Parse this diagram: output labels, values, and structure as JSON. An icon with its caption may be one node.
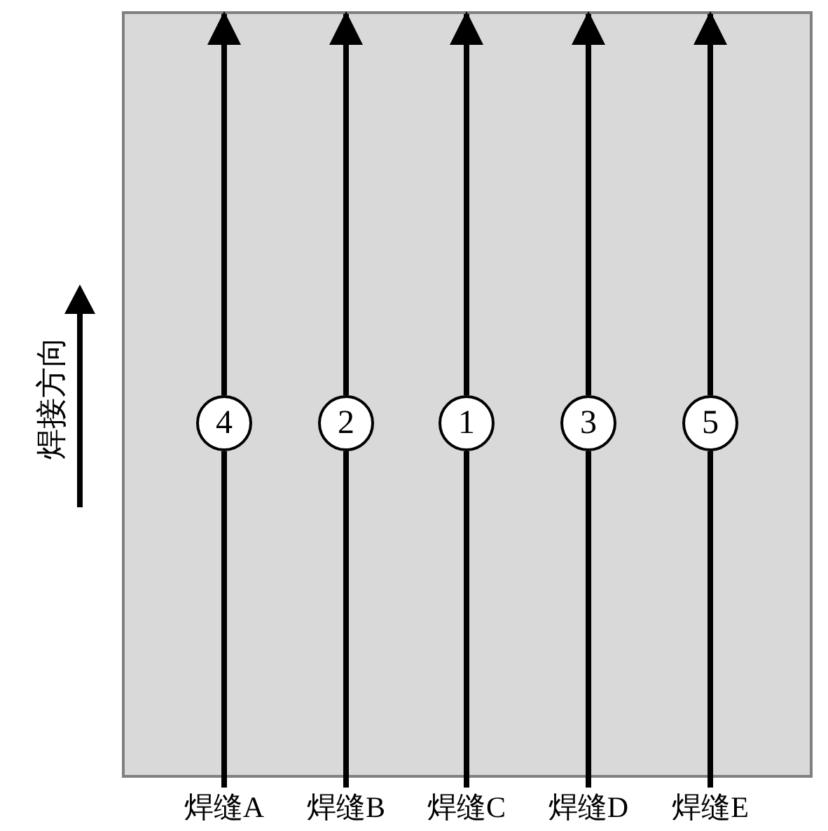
{
  "diagram": {
    "nodes": [
      {
        "text": [],
        "shape": "box"
      },
      {
        "text": [
          "4"
        ],
        "in": 0
      },
      {
        "text": [
          "2"
        ],
        "in": 0
      },
      {
        "text": [
          "1"
        ],
        "in": 0
      },
      {
        "text": [
          "3"
        ],
        "in": 0
      },
      {
        "text": [
          "5"
        ],
        "in": 0
      },
      {
        "text": [
          "焊缝A"
        ]
      },
      {
        "text": [
          "焊缝B"
        ]
      },
      {
        "text": [
          "焊缝C"
        ]
      },
      {
        "text": [
          "焊缝D"
        ]
      },
      {
        "text": [
          "焊缝E"
        ]
      }
    ],
    "edges": [
      {
        "from": 6,
        "to": 1,
        "arrow": "none"
      },
      {
        "from": 1,
        "to": null,
        "arrow": "to"
      },
      {
        "from": 7,
        "to": 2,
        "arrow": "none"
      },
      {
        "from": 2,
        "to": null,
        "arrow": "to"
      },
      {
        "from": 8,
        "to": 3,
        "arrow": "none"
      },
      {
        "from": 3,
        "to": null,
        "arrow": "to"
      },
      {
        "from": 9,
        "to": 4,
        "arrow": "none"
      },
      {
        "from": 4,
        "to": null,
        "arrow": "to"
      },
      {
        "from": 10,
        "to": 5,
        "arrow": "none"
      },
      {
        "from": 5,
        "to": null,
        "arrow": "to"
      }
    ],
    "labels": [
      "焊接方向"
    ]
  }
}
